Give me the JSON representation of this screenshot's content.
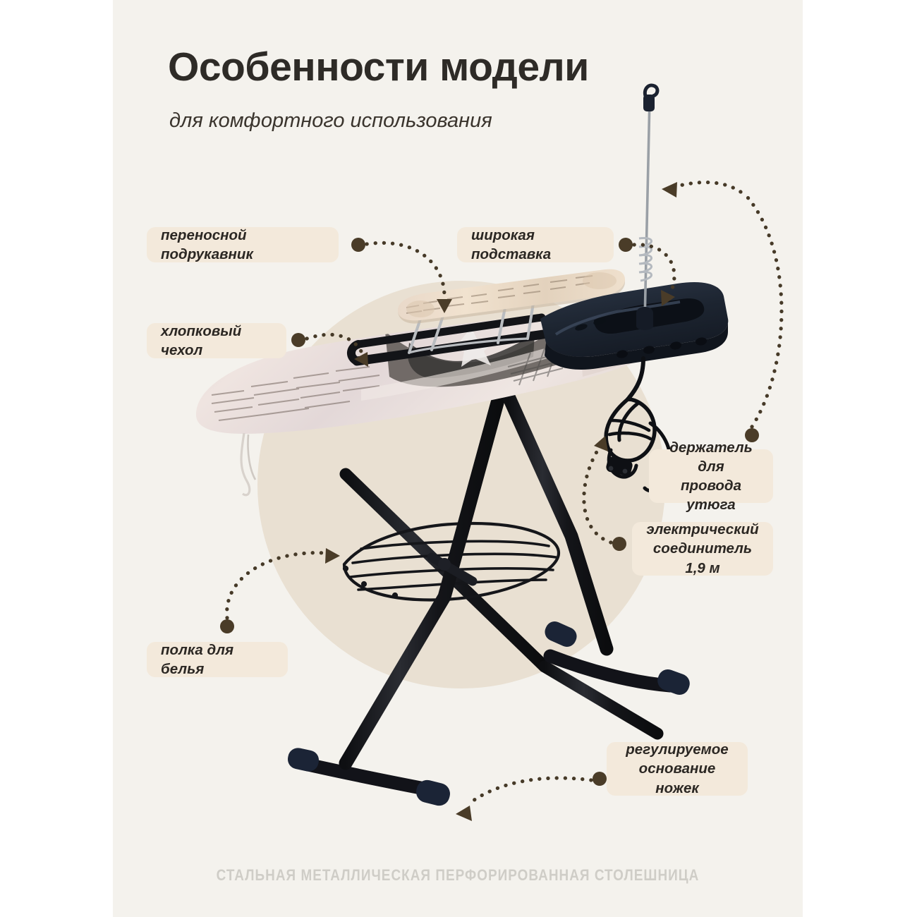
{
  "header": {
    "title": "Особенности модели",
    "subtitle": "для комфортного использования"
  },
  "footer": {
    "caption": "СТАЛЬНАЯ МЕТАЛЛИЧЕСКАЯ ПЕРФОРИРОВАННАЯ СТОЛЕШНИЦА"
  },
  "callouts": [
    {
      "id": "sleeve-board",
      "label": "переносной подрукавник"
    },
    {
      "id": "wide-rest",
      "label": "широкая подставка"
    },
    {
      "id": "cotton-cover",
      "label": "хлопковый чехол"
    },
    {
      "id": "cord-holder",
      "label": "держатель для\nпровода утюга"
    },
    {
      "id": "power-cord",
      "label": "электрический\nсоединитель 1,9 м"
    },
    {
      "id": "linen-shelf",
      "label": "полка для белья"
    },
    {
      "id": "adjust-feet",
      "label": "регулируемое\nоснование ножек"
    }
  ],
  "colors": {
    "page_background": "#ffffff",
    "panel_background": "#f4f2ed",
    "circle_accent": "#e9e0d2",
    "chip_background": "#f3e9db",
    "text_dark": "#2e2b27",
    "arrow": "#463a28",
    "footer_text": "#cfcdc7",
    "frame_black": "#15161a",
    "rest_navy": "#222b3a",
    "cover_pink": "#e9dcdc"
  }
}
